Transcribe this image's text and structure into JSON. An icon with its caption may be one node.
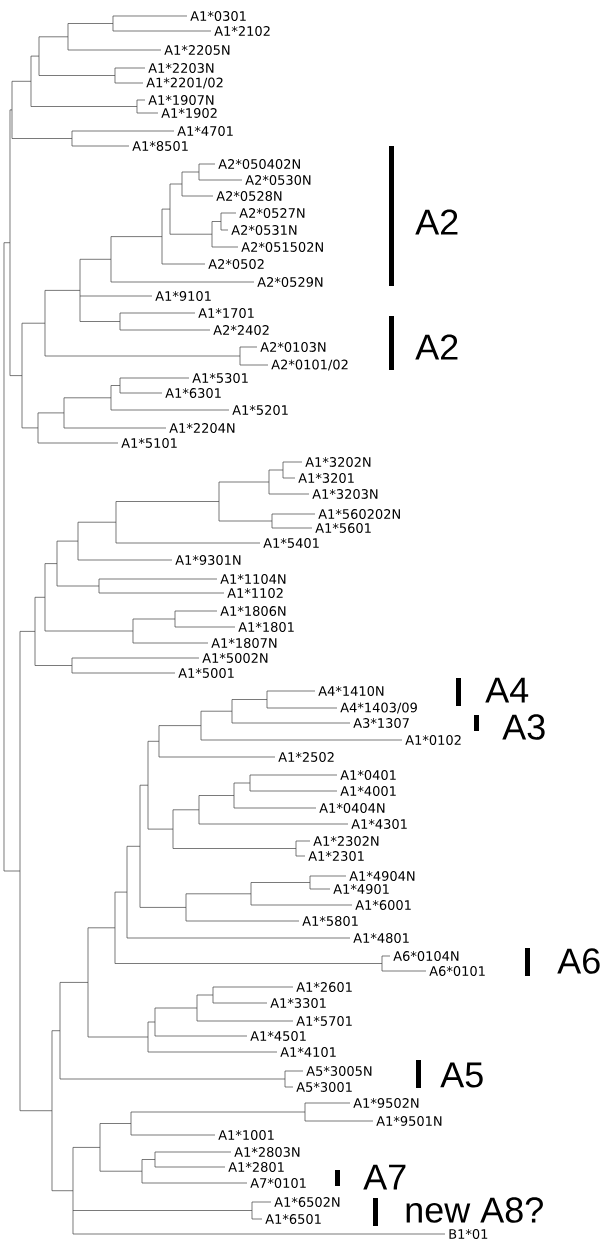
{
  "diagram": {
    "labels": [
      "A1*0301",
      "A1*2102",
      "A1*2205N",
      "A1*2203N",
      "A1*2201/02",
      "A1*1907N",
      "A1*1902",
      "A1*4701",
      "A1*8501",
      "A2*050402N",
      "A2*0530N",
      "A2*0528N",
      "A2*0527N",
      "A2",
      "A2*0531N",
      "A2*051502N",
      "A2*0502",
      "A2*0529N",
      "A1*9101",
      "A1*1701",
      "A2*2402",
      "A2*0103N",
      "A2",
      "A2*0101/02",
      "A1*5301",
      "A1*6301",
      "A1*5201",
      "A1*2204N",
      "A1*5101",
      "A1*3202N",
      "A1*3201",
      "A1*3203N",
      "A1*560202N",
      "A1*5601",
      "A1*5401",
      "A1*9301N",
      "A1*1104N",
      "A1*1102",
      "A1*1806N",
      "A1*1801",
      "A1*1807N",
      "A1*5002N",
      "A1*5001",
      "A4*1410N",
      "A4",
      "A4*1403/09",
      "A3*1307",
      "A3",
      "A1*0102",
      "A1*2502",
      "A1*0401",
      "A1*4001",
      "A1*0404N",
      "A1*4301",
      "A1*2302N",
      "A1*2301",
      "A1*4904N",
      "A1*4901",
      "A1*6001",
      "A1*5801",
      "A1*4801",
      "A6*0104N",
      "A6",
      "A6*0101",
      "A1*2601",
      "A1*3301",
      "A1*5701",
      "A1*4501",
      "A1*4101",
      "A5*3005N",
      "A5",
      "A5*3001",
      "A1*9502N",
      "A1*9501N",
      "A1*1001",
      "A1*2803N",
      "A1*2801",
      "A7*0101",
      "A7",
      "A1*6502N",
      "new A8?",
      "A1*6501",
      "B1*01"
    ]
  }
}
